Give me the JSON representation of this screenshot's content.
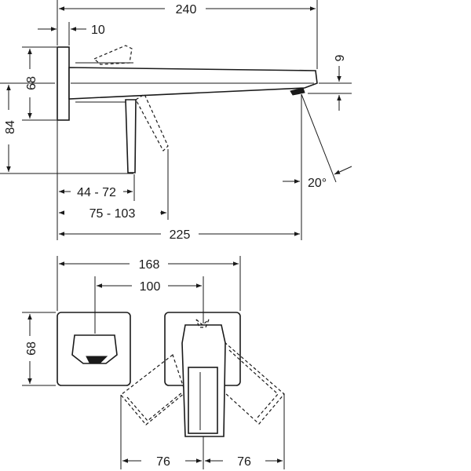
{
  "dimensions": {
    "overall_length": "240",
    "plate_thickness": "10",
    "plate_height_side": "68",
    "total_height": "84",
    "spout_height": "9",
    "spray_angle": "20°",
    "wall_depth_a": "44 - 72",
    "wall_depth_b": "75 - 103",
    "spout_projection": "225",
    "plate_spacing": "168",
    "center_distance": "100",
    "plate_height_front": "68",
    "lever_swing_left": "76",
    "lever_swing_right": "76"
  }
}
